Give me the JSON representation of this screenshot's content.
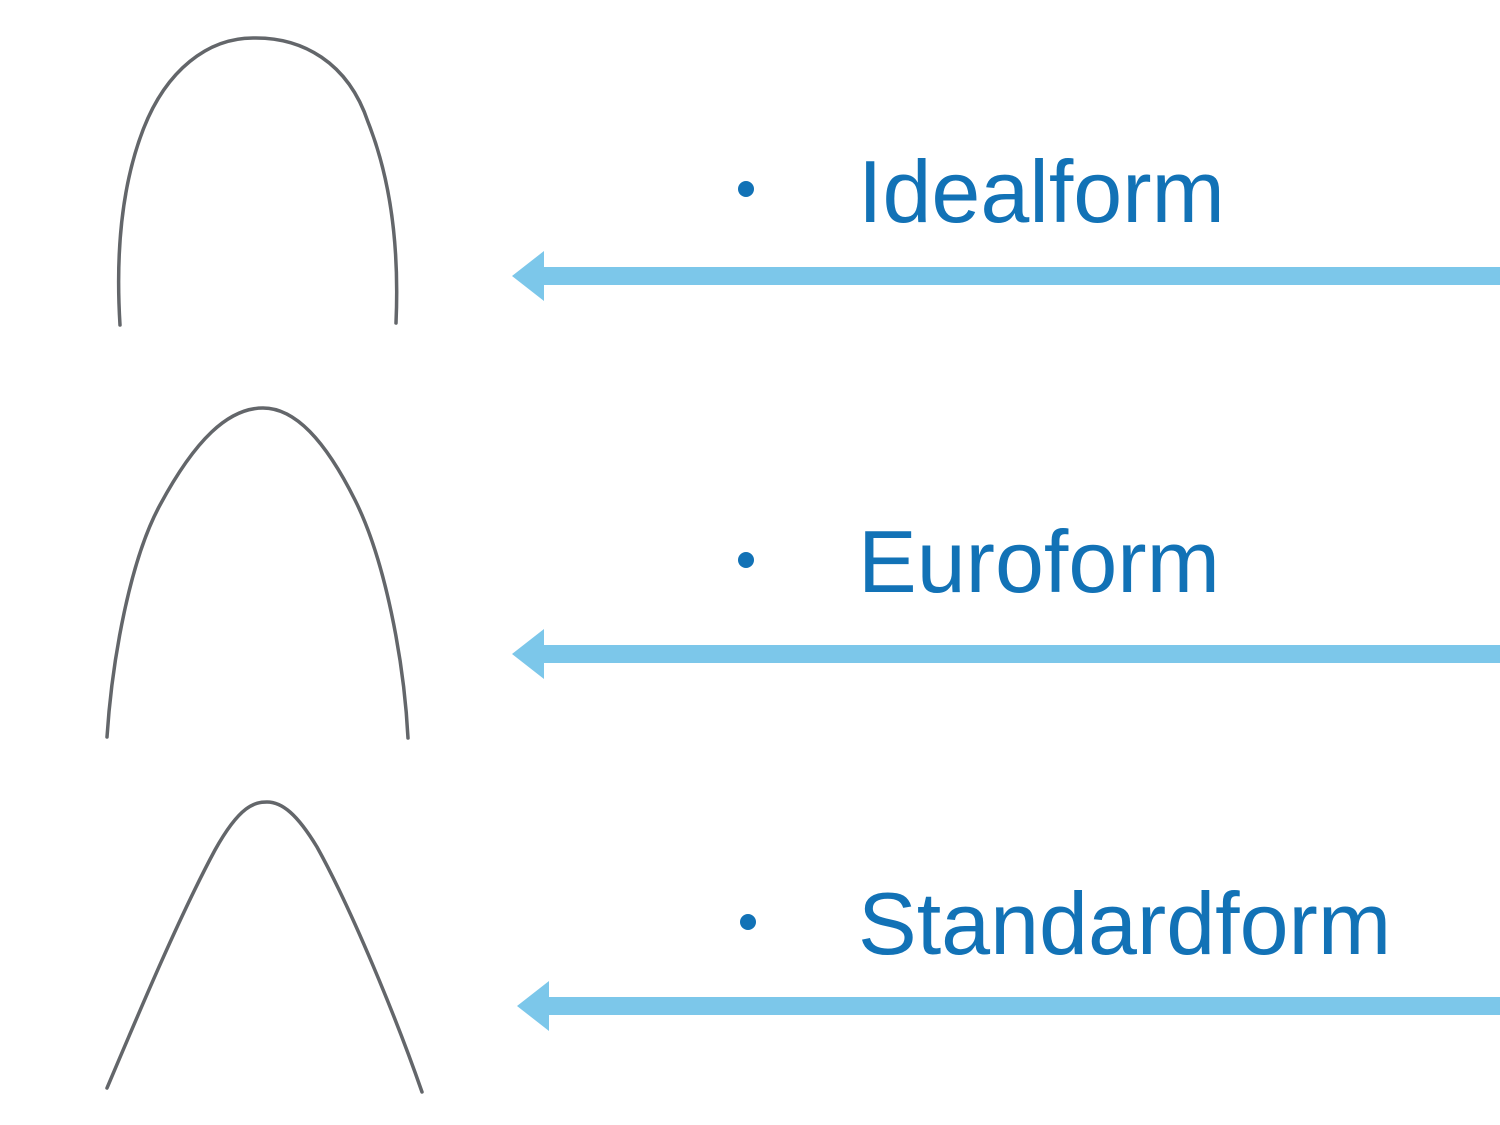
{
  "slide": {
    "colors": {
      "slide_bg": "#ffffff",
      "label_blue": "#1272b6",
      "arrow_blue": "#7cc7ea",
      "wire_gray": "#63666a"
    },
    "items": [
      {
        "label": "Idealform",
        "bullet_icon": "dot-bullet",
        "graphic": "idealform-archwire",
        "pointer": "left-arrow"
      },
      {
        "label": "Euroform",
        "bullet_icon": "dot-bullet",
        "graphic": "euroform-archwire",
        "pointer": "left-arrow"
      },
      {
        "label": "Standardform",
        "bullet_icon": "dot-bullet",
        "graphic": "standardform-archwire",
        "pointer": "left-arrow"
      }
    ]
  }
}
